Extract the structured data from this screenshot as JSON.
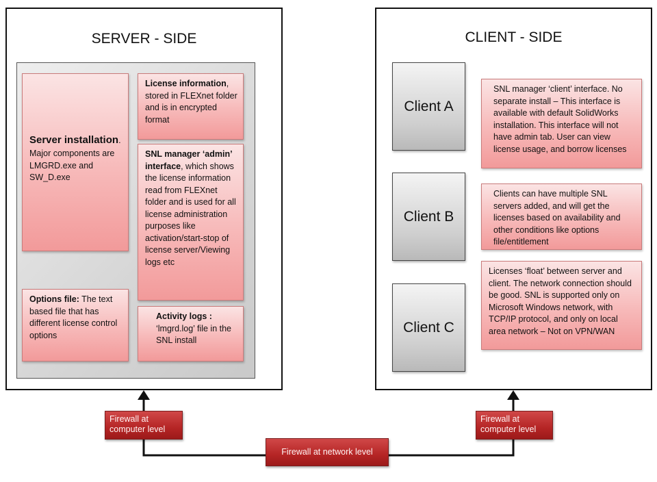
{
  "server": {
    "title": "SERVER - SIDE",
    "installation": {
      "heading": "Server installation",
      "period": ".",
      "text": "Major components are LMGRD.exe and SW_D.exe"
    },
    "license_info": {
      "heading": "License information",
      "text": ", stored in FLEXnet folder and is in encrypted format"
    },
    "snl_admin": {
      "heading": "SNL manager ‘admin’ interface",
      "text": ", which shows the license information read from FLEXnet folder and is used for all license administration purposes like activation/start-stop of license server/Viewing logs etc"
    },
    "options_file": {
      "heading": "Options file:",
      "text": " The text based file that has different license control options"
    },
    "activity_logs": {
      "heading": "Activity logs :",
      "text": "‘lmgrd.log’ file in the SNL install"
    }
  },
  "client": {
    "title": "CLIENT - SIDE",
    "clients": [
      {
        "name": "Client A",
        "desc": "SNL manager ‘client’ interface. No separate install – This interface is available with default  SolidWorks installation. This interface will not have admin tab. User can view license usage, and borrow licenses"
      },
      {
        "name": "Client B",
        "desc": "Clients can have multiple SNL servers added, and will get the licenses based on availability and other conditions like options file/entitlement"
      },
      {
        "name": "Client C",
        "desc": "Licenses ‘float’ between server and client. The network connection should be good. SNL is supported only on Microsoft Windows network, with TCP/IP protocol, and only on local area network – Not on VPN/WAN"
      }
    ]
  },
  "firewalls": {
    "left": "Firewall at computer level",
    "right": "Firewall at computer level",
    "network": "Firewall at network level"
  },
  "colors": {
    "pink_box": "#f7b9b9",
    "firewall": "#b52525",
    "gray_box": "#cfcfcf"
  }
}
